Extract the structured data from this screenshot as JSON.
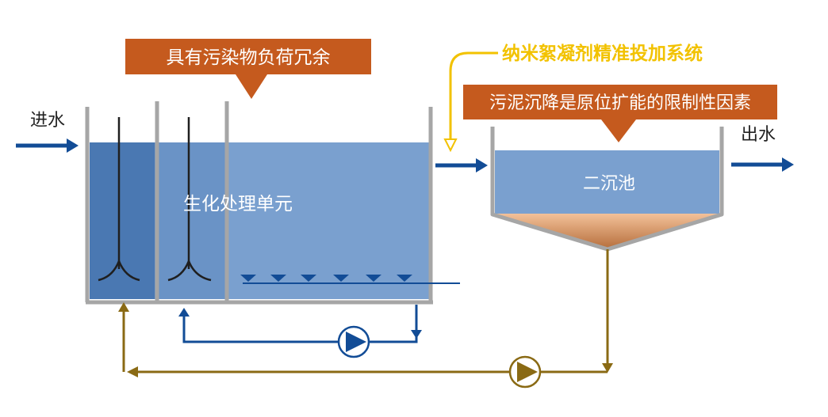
{
  "labels": {
    "inflow": "进水",
    "outflow": "出水",
    "bio_unit": "生化处理单元",
    "clarifier": "二沉池"
  },
  "callouts": {
    "pollutant_surplus": "具有污染物负荷冗余",
    "nano_flocculant": "纳米絮凝剂精准投加系统",
    "sludge_settling": "污泥沉降是原位扩能的限制性因素"
  },
  "colors": {
    "callout_box": "#c55a1e",
    "flow_arrow": "#124c96",
    "sludge_return_line": "#8a6a14",
    "dosing_line": "#f2c200",
    "water_dark": "#4a78b2",
    "water_mid": "#6a93c6",
    "water_light": "#7aa0cf",
    "tank_wall": "#a6a6a6"
  },
  "icons": [
    "inflow-arrow-icon",
    "outflow-arrow-icon",
    "pump-icon",
    "mixer-icon",
    "aerator-icon"
  ]
}
